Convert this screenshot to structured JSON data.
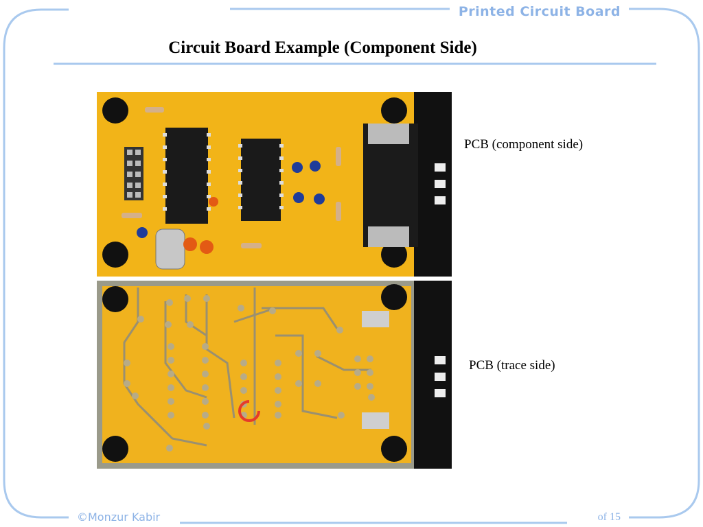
{
  "header": {
    "title": "Printed Circuit Board"
  },
  "slide": {
    "title": "Circuit Board Example (Component Side)"
  },
  "images": {
    "component_caption": "PCB (component side)",
    "trace_caption": "PCB (trace side)"
  },
  "footer": {
    "author": "©Monzur Kabir",
    "page": "of 15"
  },
  "colors": {
    "frame": "#a9c9ee",
    "accent_text": "#8db3e6",
    "board": "#f2b418",
    "board_trace_side": "#f0b21e"
  }
}
